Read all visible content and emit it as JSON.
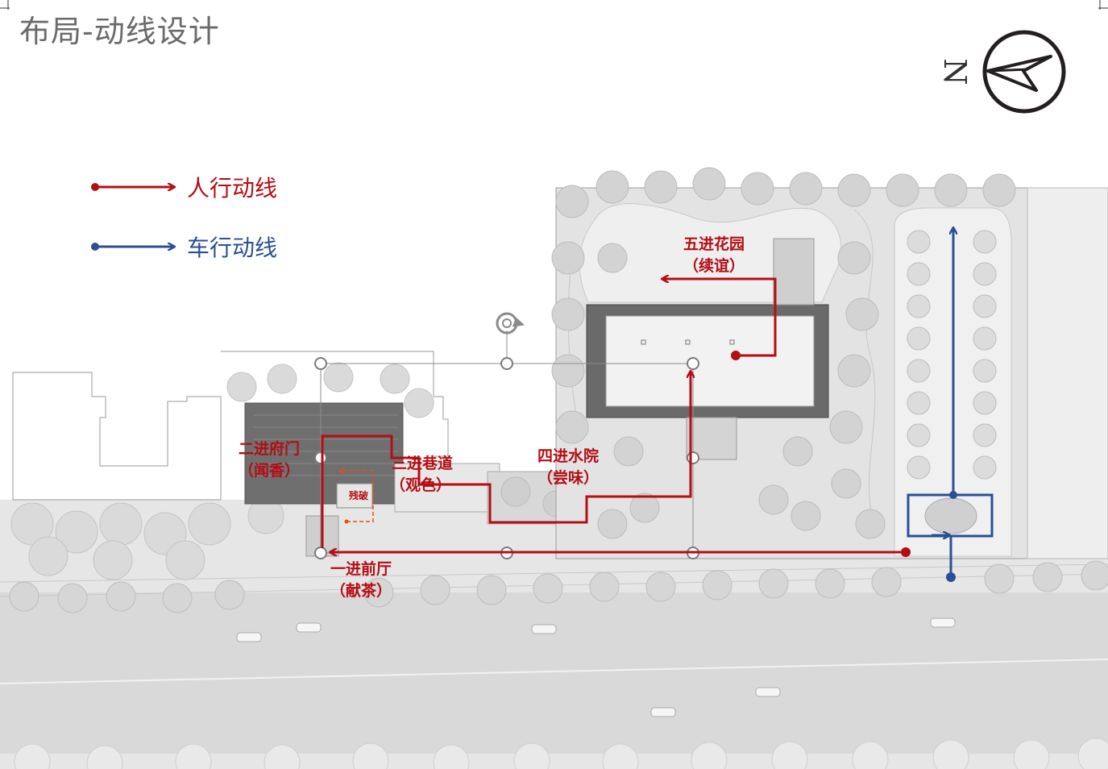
{
  "title": "布局-动线设计",
  "compass": {
    "letter": "N"
  },
  "legend": [
    {
      "label": "人行动线",
      "color": "#b40d14"
    },
    {
      "label": "车行动线",
      "color": "#2a4f96"
    }
  ],
  "zones": [
    {
      "name": "一进前厅",
      "sub": "（献茶）"
    },
    {
      "name": "二进府门",
      "sub": "（闻香）"
    },
    {
      "name": "三进巷道",
      "sub": "（观色）"
    },
    {
      "name": "四进水院",
      "sub": "（尝味）"
    },
    {
      "name": "五进花园",
      "sub": "（续谊）"
    }
  ],
  "side_path": {
    "label": "残破",
    "color": "#e0501a"
  },
  "colors": {
    "pedestrian": "#b40d14",
    "vehicle": "#2a4f96",
    "title": "#6b6b6b",
    "plan": "#dcdcdc"
  }
}
